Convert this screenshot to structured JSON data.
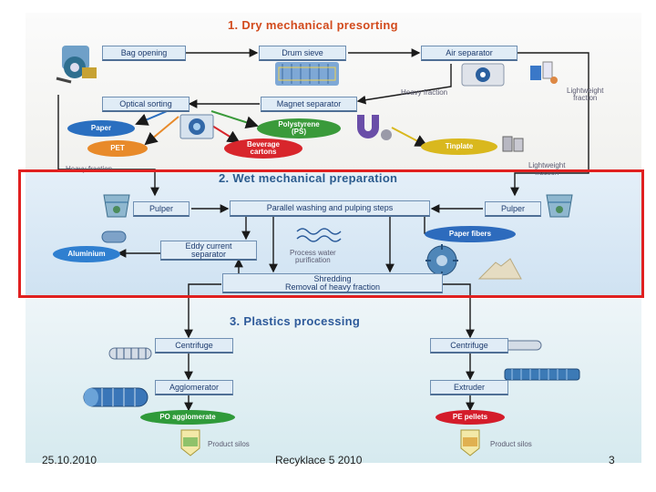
{
  "sections": {
    "dry": {
      "title": "1. Dry mechanical presorting"
    },
    "wet": {
      "title": "2. Wet mechanical preparation"
    },
    "plastics": {
      "title": "3. Plastics processing"
    }
  },
  "boxes": {
    "bag_opening": "Bag opening",
    "drum_sieve": "Drum sieve",
    "air_separator": "Air separator",
    "optical_sorting": "Optical sorting",
    "magnet_separator": "Magnet separator",
    "pulper_left": "Pulper",
    "pulper_right": "Pulper",
    "washing": "Parallel washing and pulping steps",
    "eddy_line1": "Eddy current",
    "eddy_line2": "separator",
    "shredding_line1": "Shredding",
    "shredding_line2": "Removal of heavy fraction",
    "centrifuge_left": "Centrifuge",
    "centrifuge_right": "Centrifuge",
    "agglomerator": "Agglomerator",
    "extruder": "Extruder"
  },
  "ovals": {
    "paper": "Paper",
    "pet": "PET",
    "polystyrene_line1": "Polystyrene",
    "polystyrene_line2": "(PS)",
    "beverage_line1": "Beverage",
    "beverage_line2": "cartons",
    "tinplate": "Tinplate",
    "aluminium": "Aluminium",
    "paper_fibers": "Paper fibers",
    "po_agglomerate": "PO agglomerate",
    "pe_pellets": "PE pellets"
  },
  "labels": {
    "heavy_fraction_1": "Heavy fraction",
    "lightweight_line1": "Lightweight",
    "lightweight_line2": "fraction",
    "heavy_fraction_2": "Heavy fraction",
    "lightweight2_line1": "Lightweight",
    "lightweight2_line2": "fraction",
    "water_line1": "Process water",
    "water_line2": "purification",
    "silos_left": "Product silos",
    "silos_right": "Product silos"
  },
  "footer": {
    "date": "25.10.2010",
    "title": "Recyklace 5 2010",
    "page": "3"
  },
  "colors": {
    "paper": "#2a6fc0",
    "pet": "#e88a2a",
    "polystyrene": "#3a9a3a",
    "beverage": "#d8262c",
    "tinplate": "#d9b81e",
    "aluminium": "#2f7fd0",
    "paper_fibers": "#2d6bbd",
    "po_agglomerate": "#2f9a3a",
    "pe_pellets": "#d41c2a",
    "highlight": "#e02020"
  }
}
